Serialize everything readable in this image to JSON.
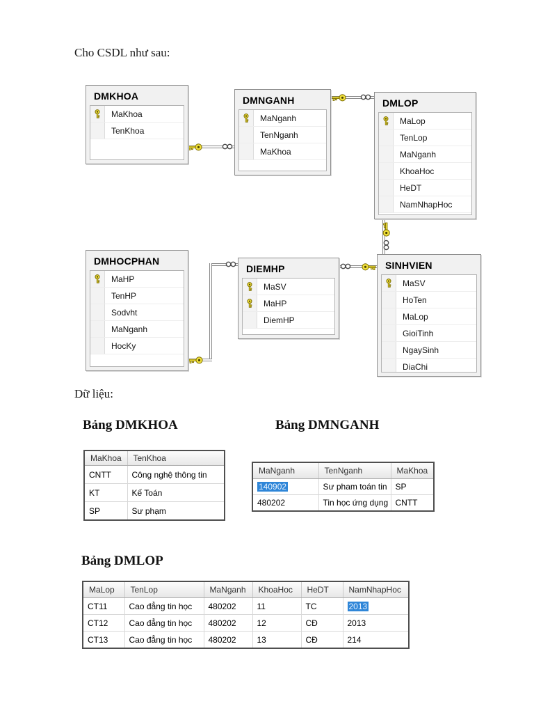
{
  "page": {
    "intro": "Cho CSDL như sau:",
    "data_label": "Dữ liệu:"
  },
  "colors": {
    "selection_blue": "#2f86d8",
    "key_yellow": "#f0df3a",
    "connector_gray": "#8a8a8a"
  },
  "diagram": {
    "entities": [
      {
        "id": "dmkhoa",
        "title": "DMKHOA",
        "fields": [
          {
            "name": "MaKhoa",
            "pk": true
          },
          {
            "name": "TenKhoa",
            "pk": false
          }
        ]
      },
      {
        "id": "dmnganh",
        "title": "DMNGANH",
        "fields": [
          {
            "name": "MaNganh",
            "pk": true
          },
          {
            "name": "TenNganh",
            "pk": false
          },
          {
            "name": "MaKhoa",
            "pk": false
          }
        ]
      },
      {
        "id": "dmlop",
        "title": "DMLOP",
        "fields": [
          {
            "name": "MaLop",
            "pk": true
          },
          {
            "name": "TenLop",
            "pk": false
          },
          {
            "name": "MaNganh",
            "pk": false
          },
          {
            "name": "KhoaHoc",
            "pk": false
          },
          {
            "name": "HeDT",
            "pk": false
          },
          {
            "name": "NamNhapHoc",
            "pk": false
          }
        ]
      },
      {
        "id": "dmhocphan",
        "title": "DMHOCPHAN",
        "fields": [
          {
            "name": "MaHP",
            "pk": true
          },
          {
            "name": "TenHP",
            "pk": false
          },
          {
            "name": "Sodvht",
            "pk": false
          },
          {
            "name": "MaNganh",
            "pk": false
          },
          {
            "name": "HocKy",
            "pk": false
          }
        ]
      },
      {
        "id": "diemhp",
        "title": "DIEMHP",
        "fields": [
          {
            "name": "MaSV",
            "pk": true
          },
          {
            "name": "MaHP",
            "pk": true
          },
          {
            "name": "DiemHP",
            "pk": false
          }
        ]
      },
      {
        "id": "sinhvien",
        "title": "SINHVIEN",
        "fields": [
          {
            "name": "MaSV",
            "pk": true
          },
          {
            "name": "HoTen",
            "pk": false
          },
          {
            "name": "MaLop",
            "pk": false
          },
          {
            "name": "GioiTinh",
            "pk": false
          },
          {
            "name": "NgaySinh",
            "pk": false
          },
          {
            "name": "DiaChi",
            "pk": false
          }
        ]
      }
    ],
    "relationships": [
      {
        "from": "DMKHOA",
        "to": "DMNGANH"
      },
      {
        "from": "DMNGANH",
        "to": "DMLOP"
      },
      {
        "from": "DMLOP",
        "to": "SINHVIEN"
      },
      {
        "from": "SINHVIEN",
        "to": "DIEMHP"
      },
      {
        "from": "DMHOCPHAN",
        "to": "DIEMHP"
      }
    ]
  },
  "tables": [
    {
      "id": "dmkhoa",
      "heading": "Bảng DMKHOA",
      "columns": [
        "MaKhoa",
        "TenKhoa"
      ],
      "rows": [
        [
          "CNTT",
          "Công nghệ thông tin"
        ],
        [
          "KT",
          "Kế Toán"
        ],
        [
          "SP",
          "Sư phạm"
        ]
      ],
      "selected": null
    },
    {
      "id": "dmnganh",
      "heading": "Bảng DMNGANH",
      "columns": [
        "MaNganh",
        "TenNganh",
        "MaKhoa"
      ],
      "rows": [
        [
          "140902",
          "Sư pham toán tin",
          "SP"
        ],
        [
          "480202",
          "Tin học ứng dụng",
          "CNTT"
        ]
      ],
      "selected": {
        "row": 0,
        "col": 0
      }
    },
    {
      "id": "dmlop",
      "heading": "Bảng DMLOP",
      "columns": [
        "MaLop",
        "TenLop",
        "MaNganh",
        "KhoaHoc",
        "HeDT",
        "NamNhapHoc"
      ],
      "rows": [
        [
          "CT11",
          "Cao đẳng tin học",
          "480202",
          "11",
          "TC",
          "2013"
        ],
        [
          "CT12",
          "Cao đẳng tin học",
          "480202",
          "12",
          "CĐ",
          "2013"
        ],
        [
          "CT13",
          "Cao đẳng tin học",
          "480202",
          "13",
          "CĐ",
          "214"
        ]
      ],
      "selected": {
        "row": 0,
        "col": 5
      }
    }
  ]
}
